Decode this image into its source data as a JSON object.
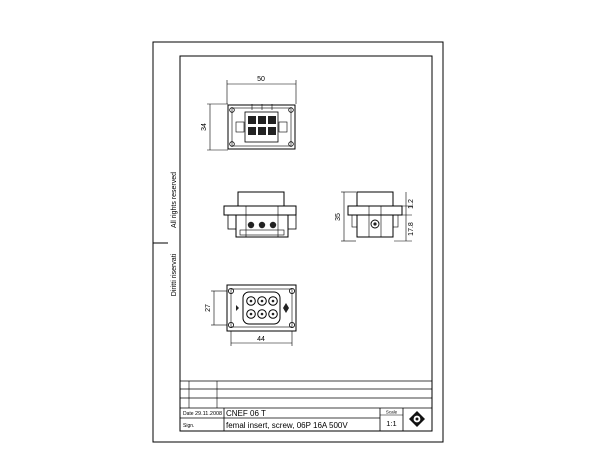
{
  "margin_text": {
    "rights_reserved": "All rights reserved",
    "rights_reserved_it": "Diritti riservati"
  },
  "dimensions": {
    "top_width": "50",
    "top_height": "34",
    "side_height": "35",
    "side_upper": "1.2",
    "side_lower": "17.8",
    "bottom_height": "27",
    "bottom_width": "44"
  },
  "title_block": {
    "date_label": "Date",
    "date_value": "29.11.2008",
    "sign_label": "Sign.",
    "code": "CNEF 06 T",
    "description": "femal insert, screw, 06P 16A 500V",
    "scale_label": "Scale",
    "scale_value": "1:1"
  }
}
